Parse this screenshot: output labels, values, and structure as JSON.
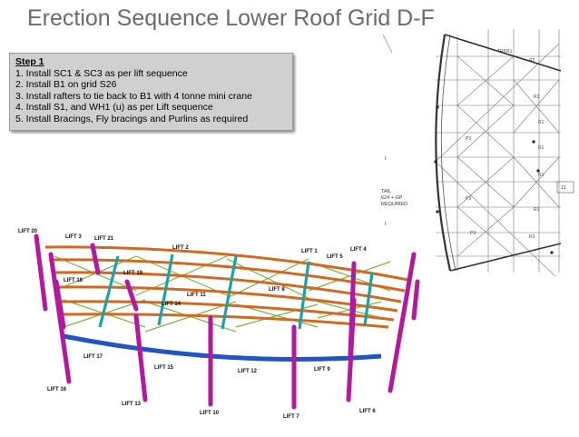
{
  "slide": {
    "title": "Erection Sequence Lower Roof Grid D-F"
  },
  "step": {
    "heading": "Step 1",
    "items": [
      "1.  Install SC1 & SC3 as per lift sequence",
      "2.  Install B1 on grid S26",
      "3.  Install rafters to tie back to B1 with 4 tonne mini crane",
      "4.  Install S1, and WH1 (u) as per Lift sequence",
      "5.  Install Bracings, Fly bracings and Purlins as required"
    ]
  },
  "drawing": {
    "side_labels": [
      "TAIL",
      "624 + GP",
      "REQUIRED"
    ]
  },
  "lifts": {
    "l20": "LIFT 20",
    "l3": "LIFT 3",
    "l21": "LIFT 21",
    "l2": "LIFT 2",
    "l1": "LIFT 1",
    "l4": "LIFT 4",
    "l5": "LIFT 5",
    "l19": "LIFT 19",
    "l18": "LIFT 18",
    "l11": "LIFT 11",
    "l8": "LIFT 8",
    "l14": "LIFT 14",
    "l17": "LIFT 17",
    "l15": "LIFT 15",
    "l12": "LIFT 12",
    "l9": "LIFT 9",
    "l16": "LIFT 16",
    "l13": "LIFT 13",
    "l10": "LIFT 10",
    "l7": "LIFT 7",
    "l6": "LIFT 6"
  },
  "colors": {
    "title": "#6b6b6b",
    "column": "#b5179e",
    "rafter": "#d2691e",
    "purlin": "#1aa3a3",
    "bracing": "#7cb342",
    "beam": "#2255c4"
  }
}
